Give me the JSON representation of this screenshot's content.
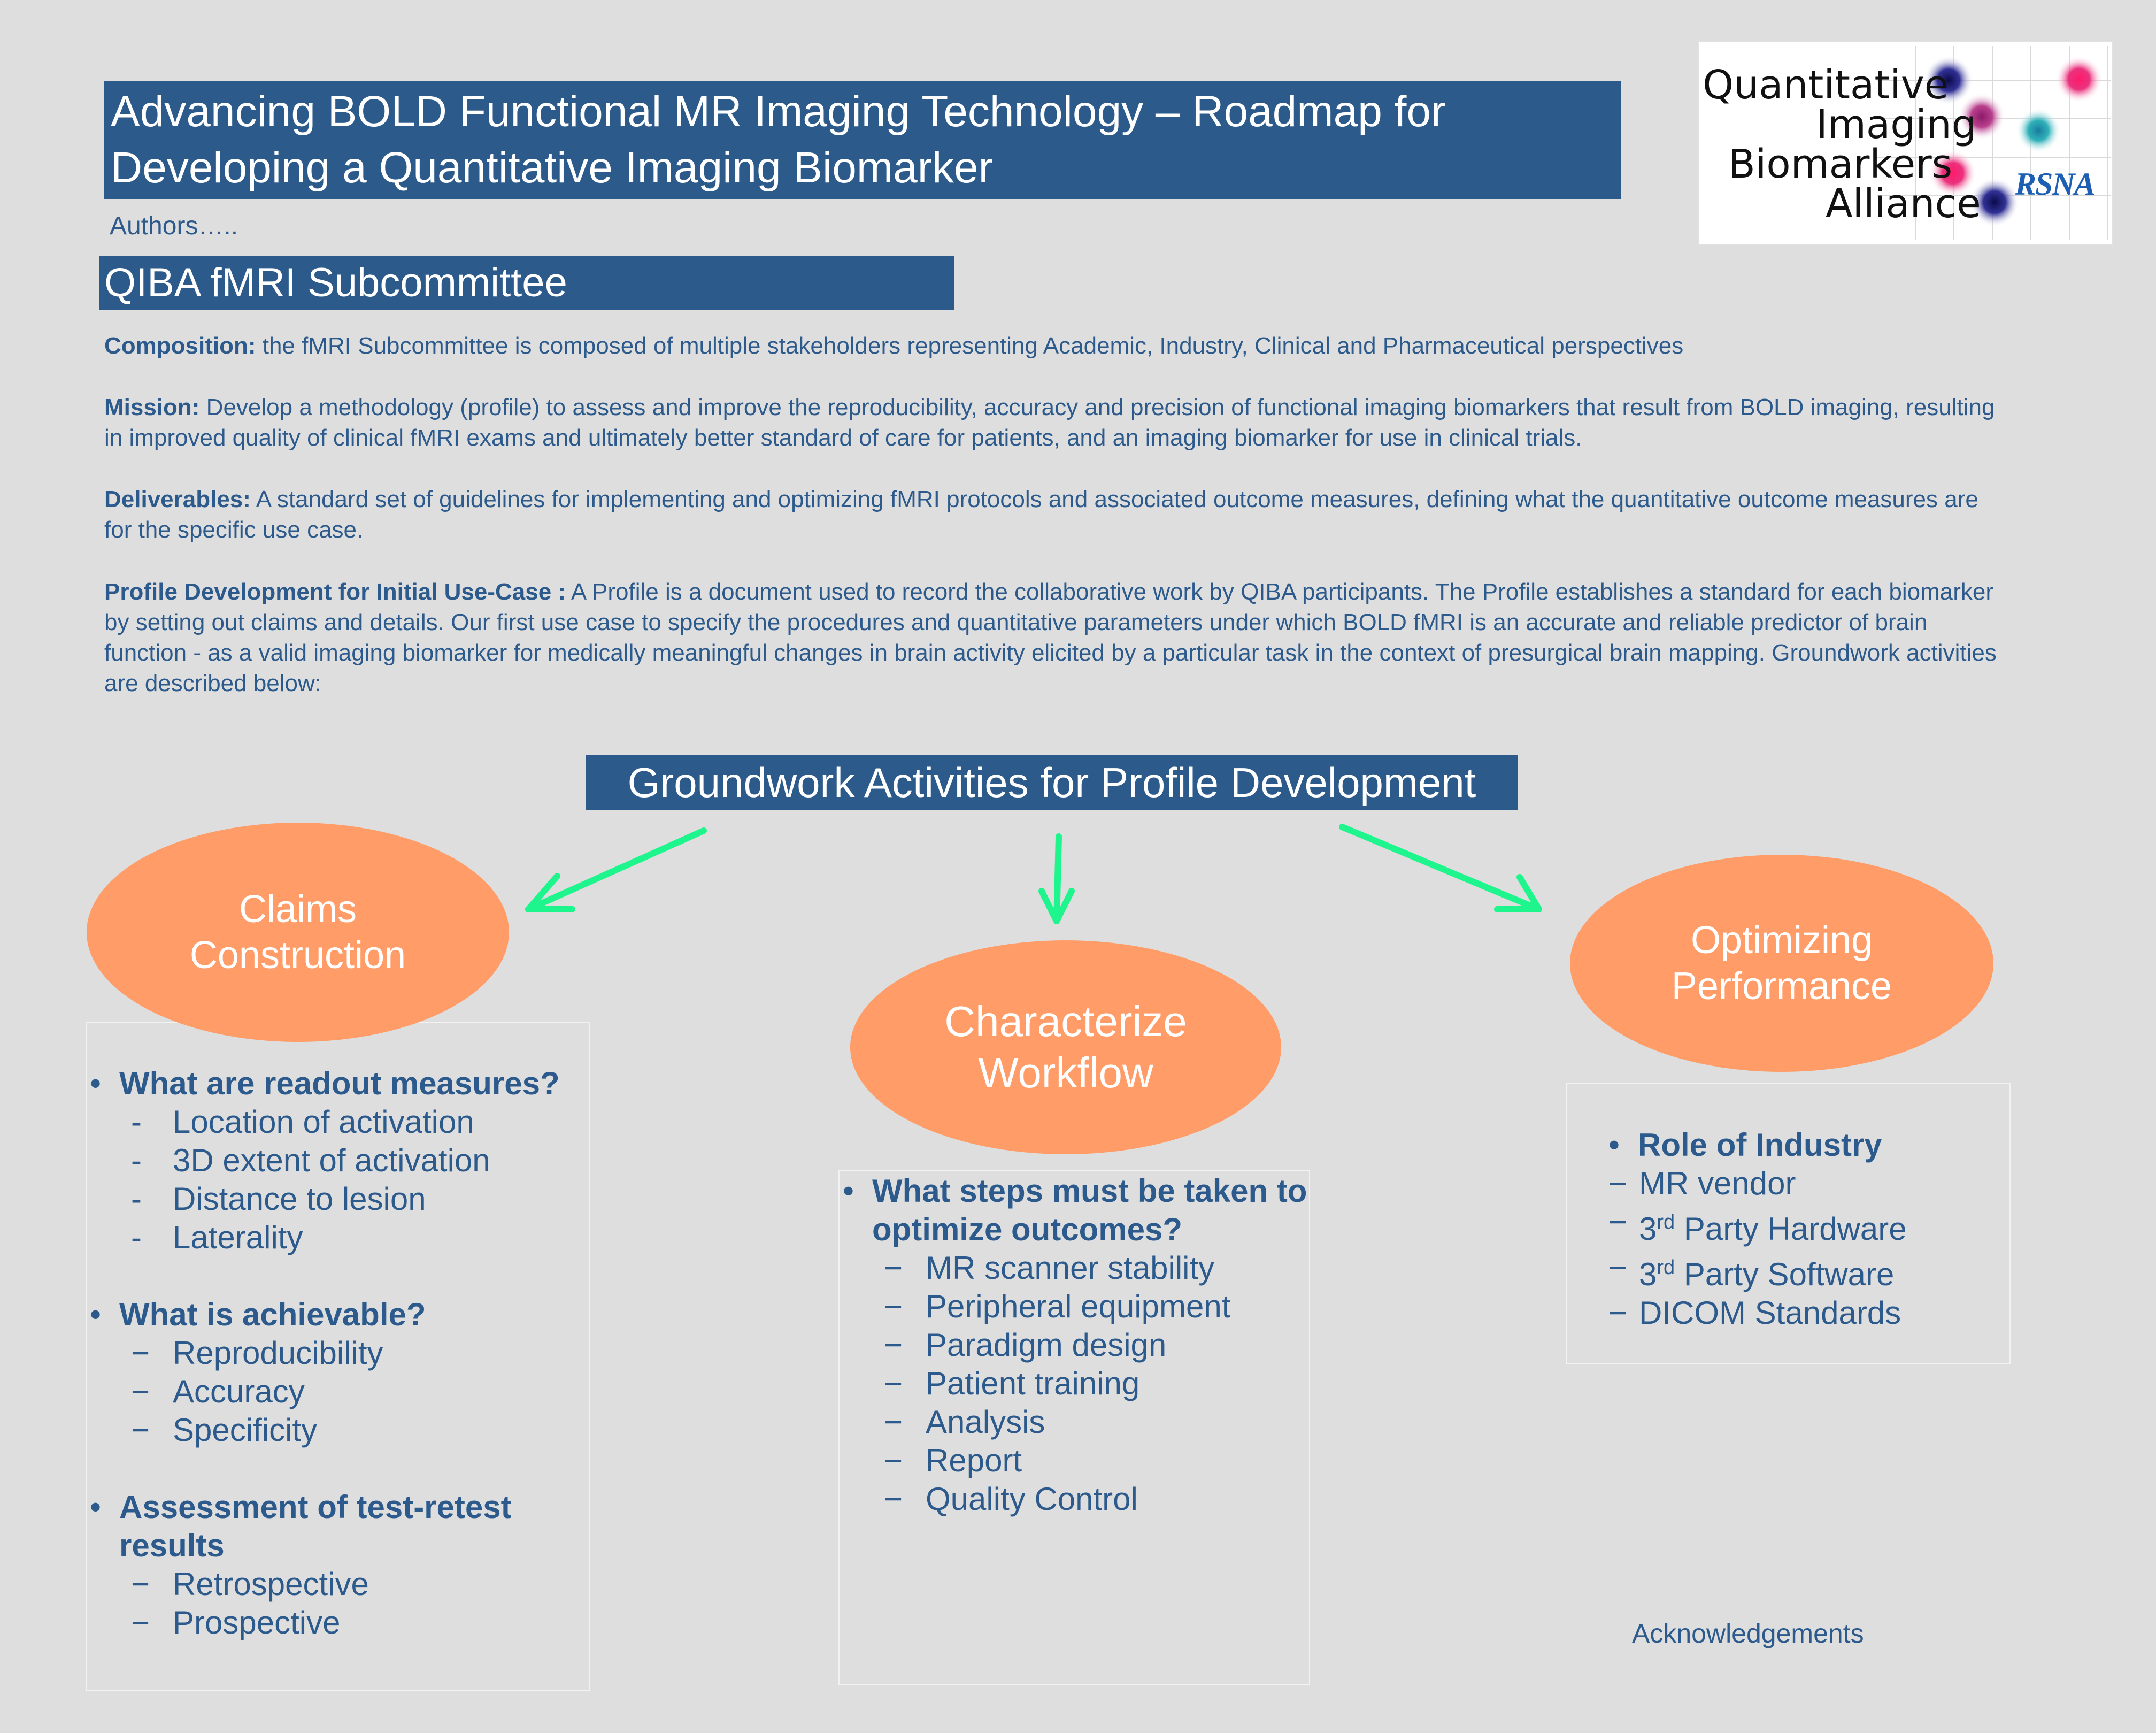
{
  "title": {
    "line1": "Advancing BOLD Functional MR Imaging Technology – Roadmap for",
    "line2": "Developing a Quantitative Imaging Biomarker"
  },
  "authors": "Authors…..",
  "logo": {
    "line1": "Quantitative",
    "line2": "Imaging",
    "line3": "Biomarkers",
    "line4": "Alliance",
    "org": "RSNA"
  },
  "section_title": "QIBA fMRI Subcommittee",
  "paragraphs": {
    "composition": {
      "label": "Composition:",
      "text": " the fMRI Subcommittee is composed of multiple stakeholders representing Academic, Industry, Clinical and Pharmaceutical perspectives"
    },
    "mission": {
      "label": "Mission:",
      "text": " Develop a methodology (profile) to assess and improve the reproducibility, accuracy and precision of functional imaging biomarkers that result from BOLD imaging, resulting in improved quality of clinical fMRI exams and ultimately better standard of care for patients, and an imaging biomarker for use in clinical trials."
    },
    "deliverables": {
      "label": "Deliverables:",
      "text": " A standard set of guidelines for implementing and optimizing fMRI protocols and associated outcome measures, defining what the quantitative outcome measures are for the specific use case."
    },
    "profile": {
      "label": "Profile Development for Initial Use-Case :",
      "text": " A Profile is a document used to record the collaborative work by QIBA participants.  The Profile establishes a standard for each biomarker by setting out claims and details.  Our first use case to specify the procedures and quantitative parameters under which BOLD fMRI is an accurate and reliable predictor of brain function - as a valid imaging biomarker for medically meaningful changes in brain activity elicited by a particular task in the context of presurgical brain mapping.  Groundwork activities are described below:"
    }
  },
  "groundwork_title": "Groundwork Activities for Profile Development",
  "activities": {
    "claims": "Claims\nConstruction",
    "workflow": "Characterize\nWorkflow",
    "optimize": "Optimizing\nPerformance"
  },
  "claims_list": {
    "q1": "What are readout measures?",
    "q1_items": [
      "Location of activation",
      "3D extent of activation",
      "Distance to lesion",
      "Laterality"
    ],
    "q2": "What is achievable?",
    "q2_items": [
      "Reproducibility",
      "Accuracy",
      "Specificity"
    ],
    "q3_line1": "Assessment of test-retest",
    "q3_line2": "results",
    "q3_items": [
      "Retrospective",
      "Prospective"
    ]
  },
  "workflow_list": {
    "q_line1": "What steps must be taken to",
    "q_line2": "optimize outcomes?",
    "items": [
      "MR scanner stability",
      "Peripheral equipment",
      "Paradigm design",
      "Patient training",
      "Analysis",
      "Report",
      "Quality Control"
    ]
  },
  "industry_list": {
    "q": "Role of Industry",
    "items": [
      {
        "pre": "MR vendor",
        "sup": "",
        "post": ""
      },
      {
        "pre": "3",
        "sup": "rd",
        "post": " Party Hardware"
      },
      {
        "pre": "3",
        "sup": "rd",
        "post": " Party Software"
      },
      {
        "pre": "DICOM Standards",
        "sup": "",
        "post": ""
      }
    ]
  },
  "acknowledgements": "Acknowledgements",
  "colors": {
    "bar": "#2b5a8b",
    "text": "#2c5a8c",
    "ellipse": "#ff9c67",
    "arrow": "#1ef58d",
    "background": "#dedede"
  }
}
